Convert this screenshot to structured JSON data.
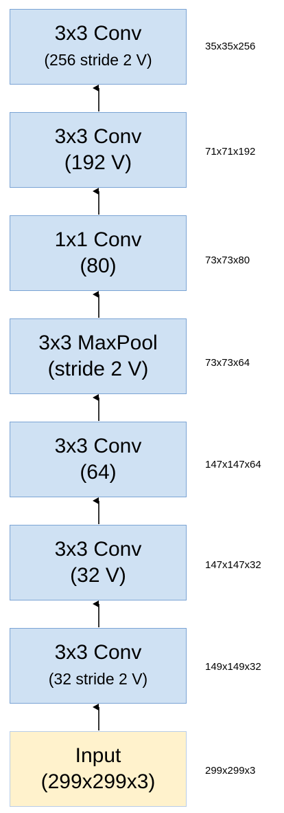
{
  "diagram": {
    "nodes": [
      {
        "line1": "3x3 Conv",
        "line2": "(256 stride 2 V)",
        "shape": "35x35x256"
      },
      {
        "line1": "3x3 Conv",
        "line2": "(192 V)",
        "shape": "71x71x192"
      },
      {
        "line1": "1x1 Conv",
        "line2": "(80)",
        "shape": "73x73x80"
      },
      {
        "line1": "3x3 MaxPool",
        "line2": "(stride 2 V)",
        "shape": "73x73x64"
      },
      {
        "line1": "3x3 Conv",
        "line2": "(64)",
        "shape": "147x147x64"
      },
      {
        "line1": "3x3 Conv",
        "line2": "(32 V)",
        "shape": "147x147x32"
      },
      {
        "line1": "3x3 Conv",
        "line2": "(32 stride 2 V)",
        "shape": "149x149x32"
      },
      {
        "line1": "Input",
        "line2": "(299x299x3)",
        "shape": "299x299x3"
      }
    ],
    "colors": {
      "layer_fill": "#cfe1f3",
      "layer_border": "#7aa3d4",
      "input_fill": "#fff2cc",
      "arrow": "#000000"
    }
  }
}
